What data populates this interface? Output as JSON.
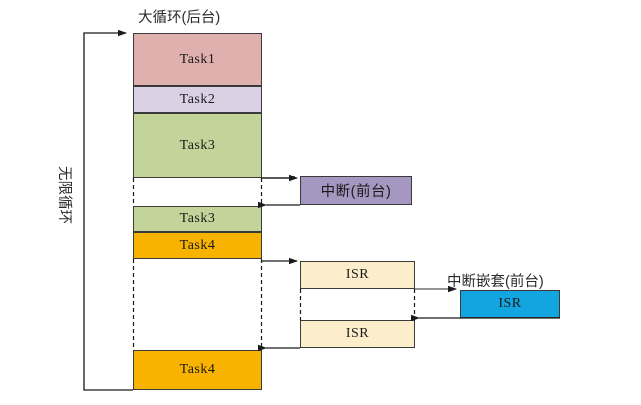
{
  "diagram": {
    "type": "foreground-background-system-timing-diagram",
    "labels": {
      "main_loop": "大循环(后台)",
      "infinite_loop": "无限循环",
      "interrupt": "中断(前台)",
      "nested_interrupt": "中断嵌套(前台)"
    },
    "colors": {
      "task1": "#e0b0ae",
      "task2": "#dad2e4",
      "task3": "#c2d49a",
      "task4": "#f8b300",
      "interrupt": "#a697c0",
      "isr": "#fceecb",
      "isr_nested": "#12a5e0",
      "stroke": "#3a3a3a",
      "text": "#1a1a1a"
    },
    "background_column": {
      "blocks": [
        {
          "key": "task1",
          "label": "Task1",
          "fill": "task1"
        },
        {
          "key": "task2",
          "label": "Task2",
          "fill": "task2"
        },
        {
          "key": "task3",
          "label": "Task3",
          "fill": "task3"
        },
        {
          "key": "task3_resume",
          "label": "Task3",
          "fill": "task3"
        },
        {
          "key": "task4",
          "label": "Task4",
          "fill": "task4"
        },
        {
          "key": "task4_resume",
          "label": "Task4",
          "fill": "task4"
        }
      ]
    },
    "foreground_column": {
      "blocks": [
        {
          "key": "interrupt",
          "label": "中断(前台)",
          "fill": "interrupt"
        },
        {
          "key": "isr_top",
          "label": "ISR",
          "fill": "isr"
        },
        {
          "key": "isr_bottom",
          "label": "ISR",
          "fill": "isr"
        }
      ]
    },
    "nested_column": {
      "blocks": [
        {
          "key": "isr_nested",
          "label": "ISR",
          "fill": "isr_nested"
        }
      ]
    }
  }
}
